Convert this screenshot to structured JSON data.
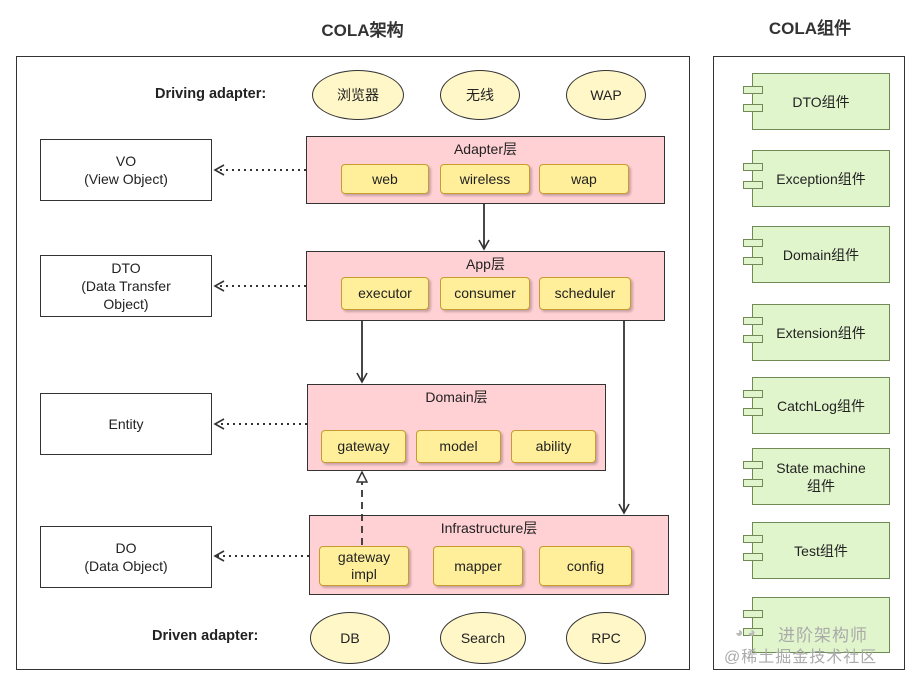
{
  "titles": {
    "architecture": "COLA架构",
    "components": "COLA组件"
  },
  "adapters": {
    "driving_label": "Driving adapter:",
    "driving": [
      "浏览器",
      "无线",
      "WAP"
    ],
    "driven_label": "Driven adapter:",
    "driven": [
      "DB",
      "Search",
      "RPC"
    ]
  },
  "layers": {
    "adapter": {
      "title": "Adapter层",
      "items": [
        "web",
        "wireless",
        "wap"
      ]
    },
    "app": {
      "title": "App层",
      "items": [
        "executor",
        "consumer",
        "scheduler"
      ]
    },
    "domain": {
      "title": "Domain层",
      "items": [
        "gateway",
        "model",
        "ability"
      ]
    },
    "infrastructure": {
      "title": "Infrastructure层",
      "items": [
        "gateway\nimpl",
        "mapper",
        "config"
      ]
    }
  },
  "objects": {
    "vo": "VO\n(View Object)",
    "dto": "DTO\n(Data Transfer\nObject)",
    "entity": "Entity",
    "do": "DO\n(Data Object)"
  },
  "components": [
    "DTO组件",
    "Exception组件",
    "Domain组件",
    "Extension组件",
    "CatchLog组件",
    "State machine\n组件",
    "Test组件",
    ""
  ],
  "watermark": {
    "line1": "进阶架构师",
    "line2": "@稀土掘金技术社区"
  },
  "colors": {
    "layer_fill": "#ffd0d4",
    "layer_item_fill": "#ffef9a",
    "ellipse_fill": "#fff7c8",
    "component_fill": "#e1f5cc"
  }
}
